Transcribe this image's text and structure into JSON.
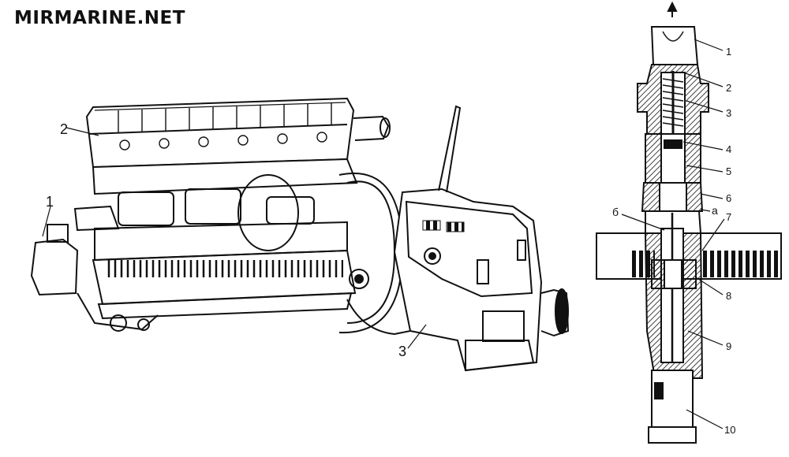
{
  "watermark": "MIRMARINE.NET",
  "engine_figure": {
    "callouts": [
      "1",
      "2",
      "3"
    ]
  },
  "pump_figure": {
    "callouts": [
      "1",
      "2",
      "3",
      "4",
      "5",
      "6",
      "7",
      "8",
      "9",
      "10"
    ],
    "letter_callouts": [
      "б",
      "а"
    ]
  }
}
